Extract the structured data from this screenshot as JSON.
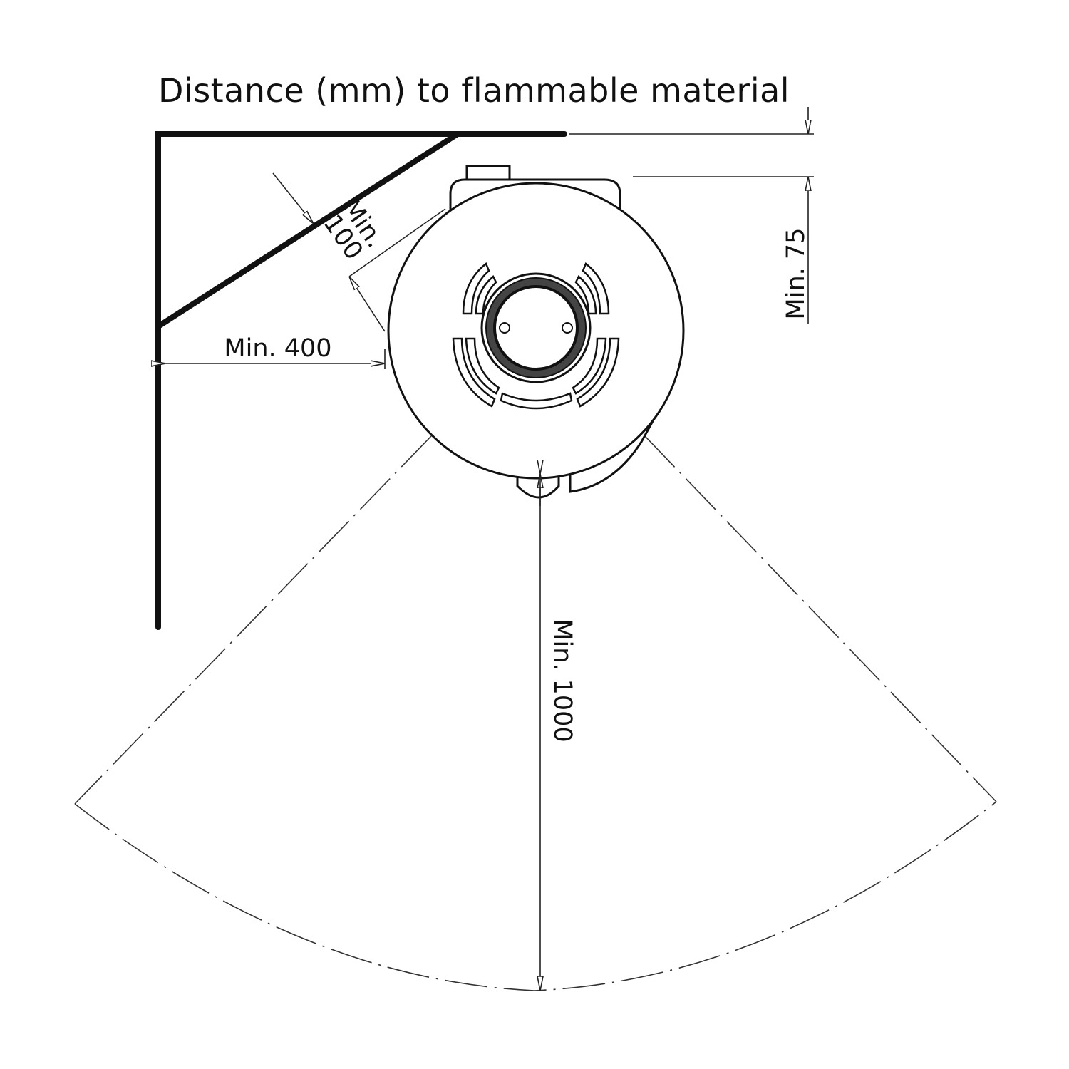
{
  "title": "Distance (mm) to flammable material",
  "dimensions": {
    "side": "Min. 400",
    "rear": "Min. 75",
    "corner": [
      "Min.",
      "100"
    ],
    "front": "Min. 1000"
  },
  "line_color": "#111111",
  "background": "#ffffff"
}
